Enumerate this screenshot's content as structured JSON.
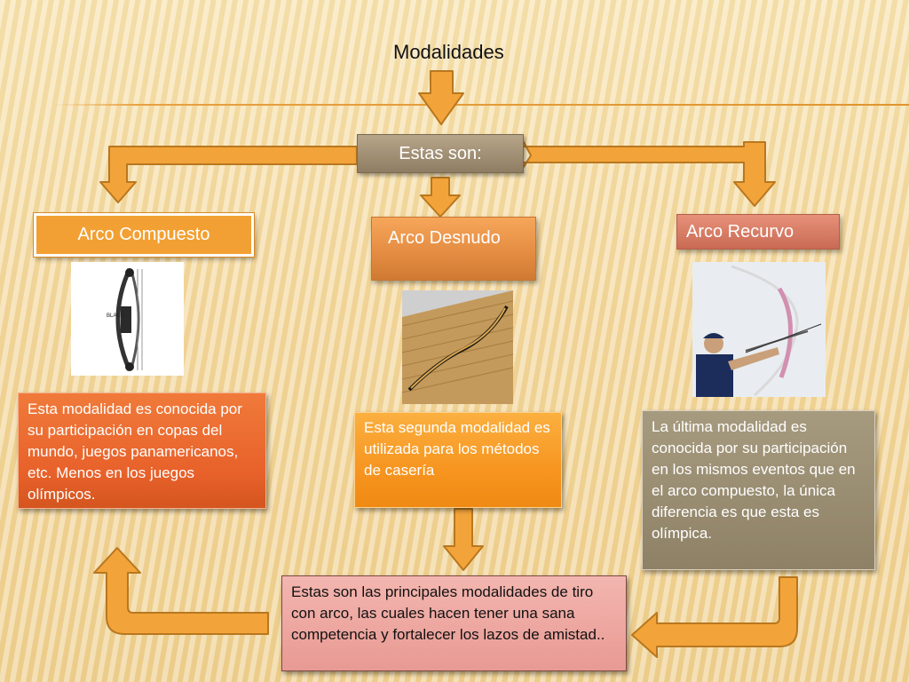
{
  "title": "Modalidades",
  "main_box": "Estas son:",
  "categories": {
    "compuesto": "Arco Compuesto",
    "desnudo": "Arco Desnudo",
    "recurvo": "Arco Recurvo"
  },
  "image_labels": {
    "compound_bow_text": "BLACK"
  },
  "descriptions": {
    "compuesto": "Esta modalidad es conocida por su participación en copas del mundo, juegos panamericanos, etc. Menos en los juegos olímpicos.",
    "desnudo": "Esta segunda modalidad es utilizada para los métodos de casería",
    "recurvo": "La última modalidad es conocida por su participación en los mismos eventos que en el arco compuesto, la única diferencia es que esta es olímpica."
  },
  "conclusion": "Estas son las principales modalidades de tiro con arco, las cuales hacen tener una sana competencia y fortalecer los lazos de amistad..",
  "colors": {
    "arrow_fill": "#f2a43a",
    "arrow_stroke": "#b9771f"
  }
}
